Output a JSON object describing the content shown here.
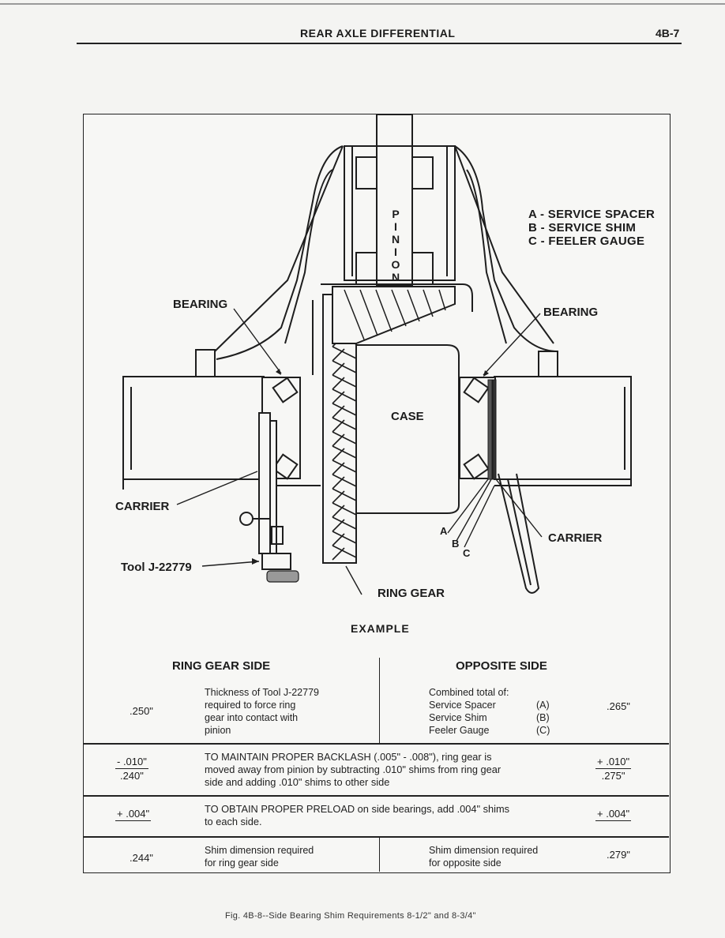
{
  "header": {
    "title": "REAR AXLE DIFFERENTIAL",
    "page": "4B-7"
  },
  "diagram": {
    "pinion_letters": [
      "P",
      "I",
      "N",
      "I",
      "O",
      "N"
    ],
    "legend": [
      "A - SERVICE SPACER",
      "B - SERVICE SHIM",
      "C - FEELER GAUGE"
    ],
    "labels": {
      "bearing_left": "BEARING",
      "bearing_right": "BEARING",
      "case": "CASE",
      "carrier_left": "CARRIER",
      "carrier_right": "CARRIER",
      "tool": "Tool J-22779",
      "ring_gear": "RING GEAR",
      "a": "A",
      "b": "B",
      "c": "C"
    },
    "example": "EXAMPLE"
  },
  "table": {
    "header_left": "RING GEAR SIDE",
    "header_right": "OPPOSITE SIDE",
    "row1": {
      "left_value": ".250\"",
      "left_text": [
        "Thickness of Tool J-22779",
        "required   to   force   ring",
        "gear   into   contact   with",
        "pinion"
      ],
      "right_title": "Combined  total  of:",
      "right_items": [
        {
          "name": "Service  Spacer",
          "code": "(A)"
        },
        {
          "name": "Service  Shim",
          "code": "(B)"
        },
        {
          "name": "Feeler  Gauge",
          "code": "(C)"
        }
      ],
      "right_value": ".265\""
    },
    "row2": {
      "left_num": "- .010\"",
      "left_den": ".240\"",
      "text": [
        "TO  MAINTAIN  PROPER  BACKLASH  (.005\"  -  .008\"),  ring  gear  is",
        "moved  away  from  pinion  by  subtracting  .010\"  shims  from ring gear",
        "side and adding .010\" shims to other side"
      ],
      "right_num": "+ .010\"",
      "right_den": ".275\""
    },
    "row3": {
      "left_value": "+ .004\"",
      "text": [
        "TO  OBTAIN  PROPER  PRELOAD  on  side  bearings,  add  .004\"  shims",
        "to each side."
      ],
      "right_value": "+ .004\""
    },
    "row4": {
      "left_value": ".244\"",
      "left_text": [
        "Shim  dimension  required",
        "for ring gear side"
      ],
      "right_text": [
        "Shim  dimension  required",
        "for opposite side"
      ],
      "right_value": ".279\""
    }
  },
  "caption": "Fig. 4B-8--Side Bearing Shim Requirements 8-1/2\" and 8-3/4\""
}
